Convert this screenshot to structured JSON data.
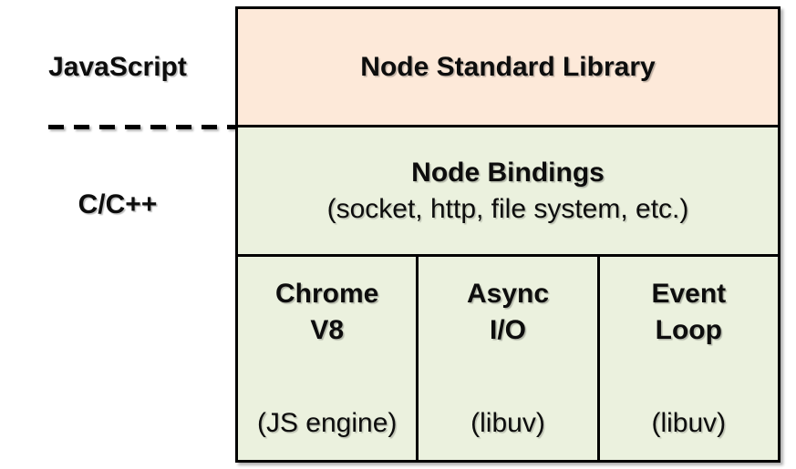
{
  "left_panel": {
    "top_label": "JavaScript",
    "bottom_label": "C/C++"
  },
  "stack": {
    "standard_library": {
      "title": "Node Standard Library"
    },
    "bindings": {
      "title": "Node Bindings",
      "subtitle": "(socket, http, file system, etc.)"
    },
    "runtime_components": [
      {
        "title": "Chrome\nV8",
        "subtitle": "(JS engine)"
      },
      {
        "title": "Async\nI/O",
        "subtitle": "(libuv)"
      },
      {
        "title": "Event\nLoop",
        "subtitle": "(libuv)"
      }
    ]
  },
  "colors": {
    "js_layer_bg": "#FDE9D9",
    "native_layer_bg": "#EBF1DE",
    "border": "#000000"
  }
}
